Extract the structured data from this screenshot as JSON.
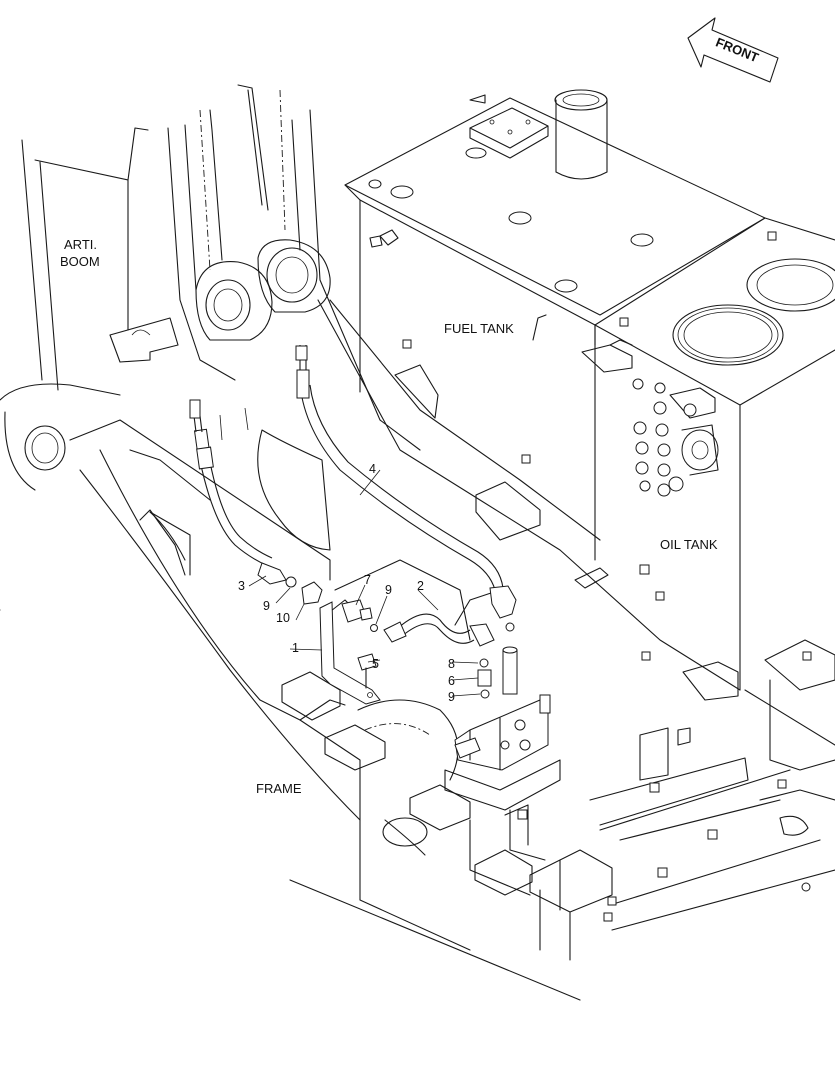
{
  "labels": {
    "front": "FRONT",
    "arti_boom_1": "ARTI.",
    "arti_boom_2": "BOOM",
    "fuel_tank": "FUEL TANK",
    "oil_tank": "OIL TANK",
    "frame": "FRAME"
  },
  "callouts": {
    "c1": "1",
    "c2": "2",
    "c3": "3",
    "c4": "4",
    "c5": "5",
    "c6": "6",
    "c7": "7",
    "c8": "8",
    "c9a": "9",
    "c9b": "9",
    "c9c": "9",
    "c10": "10"
  },
  "icons": {
    "front_arrow": "front-arrow-icon"
  }
}
